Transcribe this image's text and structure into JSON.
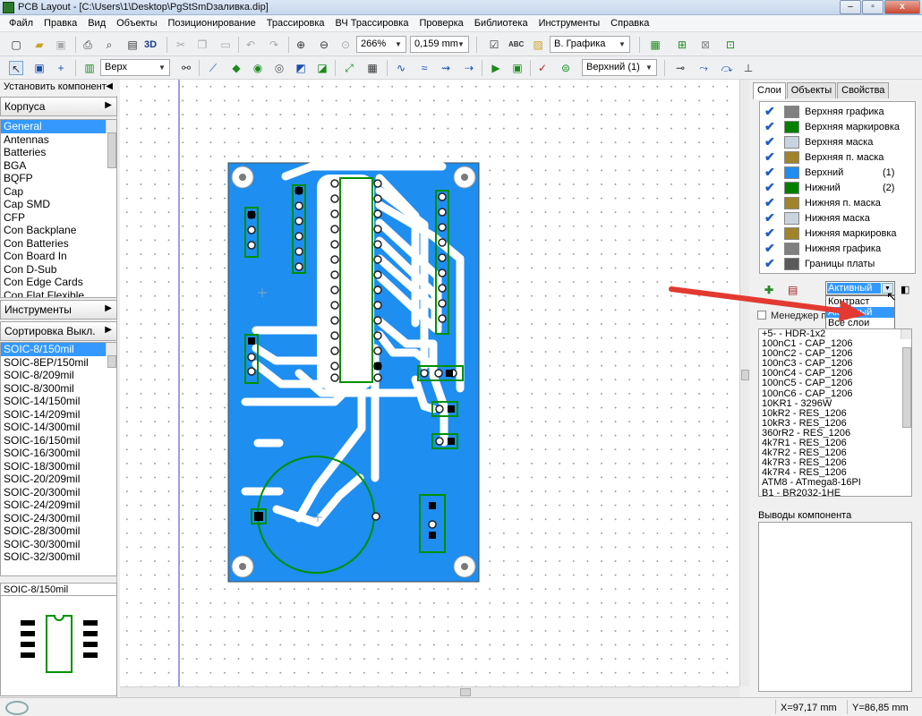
{
  "window": {
    "title": "PCB Layout - [C:\\Users\\1\\Desktop\\PgStSmDзаливка.dip]",
    "min": "–",
    "max": "▫",
    "close": "x"
  },
  "menu": [
    "Файл",
    "Правка",
    "Вид",
    "Объекты",
    "Позиционирование",
    "Трассировка",
    "ВЧ Трассировка",
    "Проверка",
    "Библиотека",
    "Инструменты",
    "Справка"
  ],
  "toolbar": {
    "zoom": "266%",
    "grid": "0,159 mm",
    "view": "В. Графика",
    "side": "Верх",
    "layer": "Верхний (1)",
    "label_3d": "3D",
    "abc": "ABC"
  },
  "left": {
    "install_header": "Установить компонент",
    "packages_button": "Корпуса",
    "packages": [
      "General",
      "Antennas",
      "Batteries",
      "BGA",
      "BQFP",
      "Cap",
      "Cap SMD",
      "CFP",
      "Con Backplane",
      "Con Batteries",
      "Con Board In",
      "Con D-Sub",
      "Con Edge Cards",
      "Con Flat Flexible"
    ],
    "tools_button": "Инструменты",
    "sort_button": "Сортировка Выкл.",
    "parts": [
      "SOIC-8/150mil",
      "SOIC-8EP/150mil",
      "SOIC-8/209mil",
      "SOIC-8/300mil",
      "SOIC-14/150mil",
      "SOIC-14/209mil",
      "SOIC-14/300mil",
      "SOIC-16/150mil",
      "SOIC-16/300mil",
      "SOIC-18/300mil",
      "SOIC-20/209mil",
      "SOIC-20/300mil",
      "SOIC-24/209mil",
      "SOIC-24/300mil",
      "SOIC-28/300mil",
      "SOIC-30/300mil",
      "SOIC-32/300mil"
    ],
    "preview_label": "SOIC-8/150mil"
  },
  "right": {
    "tabs": [
      "Слои",
      "Объекты",
      "Свойства"
    ],
    "layers": [
      {
        "name": "Верхняя графика",
        "color": "#808080",
        "num": ""
      },
      {
        "name": "Верхняя маркировка",
        "color": "#008000",
        "num": ""
      },
      {
        "name": "Верхняя маска",
        "color": "#c8d4e0",
        "num": ""
      },
      {
        "name": "Верхняя п. маска",
        "color": "#a0842c",
        "num": ""
      },
      {
        "name": "Верхний",
        "color": "#1e8cf0",
        "num": "(1)"
      },
      {
        "name": "Нижний",
        "color": "#008000",
        "num": "(2)"
      },
      {
        "name": "Нижняя п. маска",
        "color": "#a0842c",
        "num": ""
      },
      {
        "name": "Нижняя маска",
        "color": "#c8d4e0",
        "num": ""
      },
      {
        "name": "Нижняя маркировка",
        "color": "#a0842c",
        "num": ""
      },
      {
        "name": "Нижняя графика",
        "color": "#808080",
        "num": ""
      },
      {
        "name": "Границы платы",
        "color": "#5a5a5a",
        "num": ""
      }
    ],
    "dropdown_value": "Активный",
    "dropdown_options": [
      "Контраст",
      "Активный",
      "Все слои"
    ],
    "project_manager": "Менеджер прое",
    "components": [
      "+5- - HDR-1x2",
      "100nC1 - CAP_1206",
      "100nC2 - CAP_1206",
      "100nC3 - CAP_1206",
      "100nC4 - CAP_1206",
      "100nC5 - CAP_1206",
      "100nC6 - CAP_1206",
      "10KR1 - 3296W",
      "10kR2 - RES_1206",
      "10kR3 - RES_1206",
      "360rR2 - RES_1206",
      "4k7R1 - RES_1206",
      "4k7R2 - RES_1206",
      "4k7R3 - RES_1206",
      "4k7R4 - RES_1206",
      "ATM8 - ATmega8-16PI",
      "B1 - BR2032-1HE"
    ],
    "pins_label": "Выводы компонента"
  },
  "status": {
    "x": "X=97,17 mm",
    "y": "Y=86,85 mm"
  }
}
